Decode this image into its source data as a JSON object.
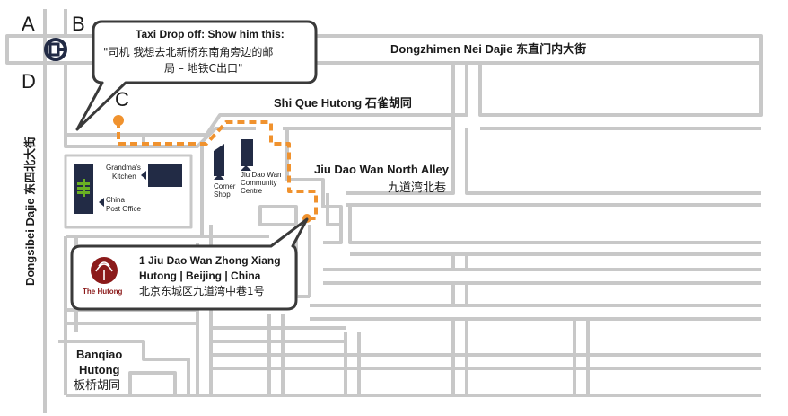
{
  "exits": {
    "a": "A",
    "b": "B",
    "c": "C",
    "d": "D"
  },
  "streets": {
    "dongzhimen": "Dongzhimen Nei Dajie 东直门内大街",
    "shique": "Shi Que Hutong 石雀胡同",
    "jiudaowan_en": "Jiu Dao Wan North Alley",
    "jiudaowan_cn": "九道湾北巷",
    "dongsibei": "Dongsibei Dajie 东四北大街",
    "banqiao_1": "Banqiao",
    "banqiao_2": "Hutong",
    "banqiao_cn": "板桥胡同"
  },
  "landmarks": {
    "grandmas_1": "Grandma's",
    "grandmas_2": "Kitchen",
    "post_1": "China",
    "post_2": "Post Office",
    "corner_1": "Corner",
    "corner_2": "Shop",
    "community_1": "Jiu Dao Wan",
    "community_2": "Community",
    "community_3": "Centre"
  },
  "taxi_bubble": {
    "title": "Taxi Drop off: Show him this:",
    "line1": "\"司机 我想去北新桥东南角旁边的邮",
    "line2": "局 – 地铁C出口\""
  },
  "address_bubble": {
    "line1": "1 Jiu Dao Wan Zhong Xiang",
    "line2": "Hutong | Beijing | China",
    "line3": "北京东城区九道湾中巷1号",
    "logo_label": "The Hutong"
  },
  "colors": {
    "road": "#c8c8c8",
    "route": "#f0922e",
    "block": "#222b45",
    "post_green": "#6ab023",
    "logo_red": "#8b1a1a"
  }
}
